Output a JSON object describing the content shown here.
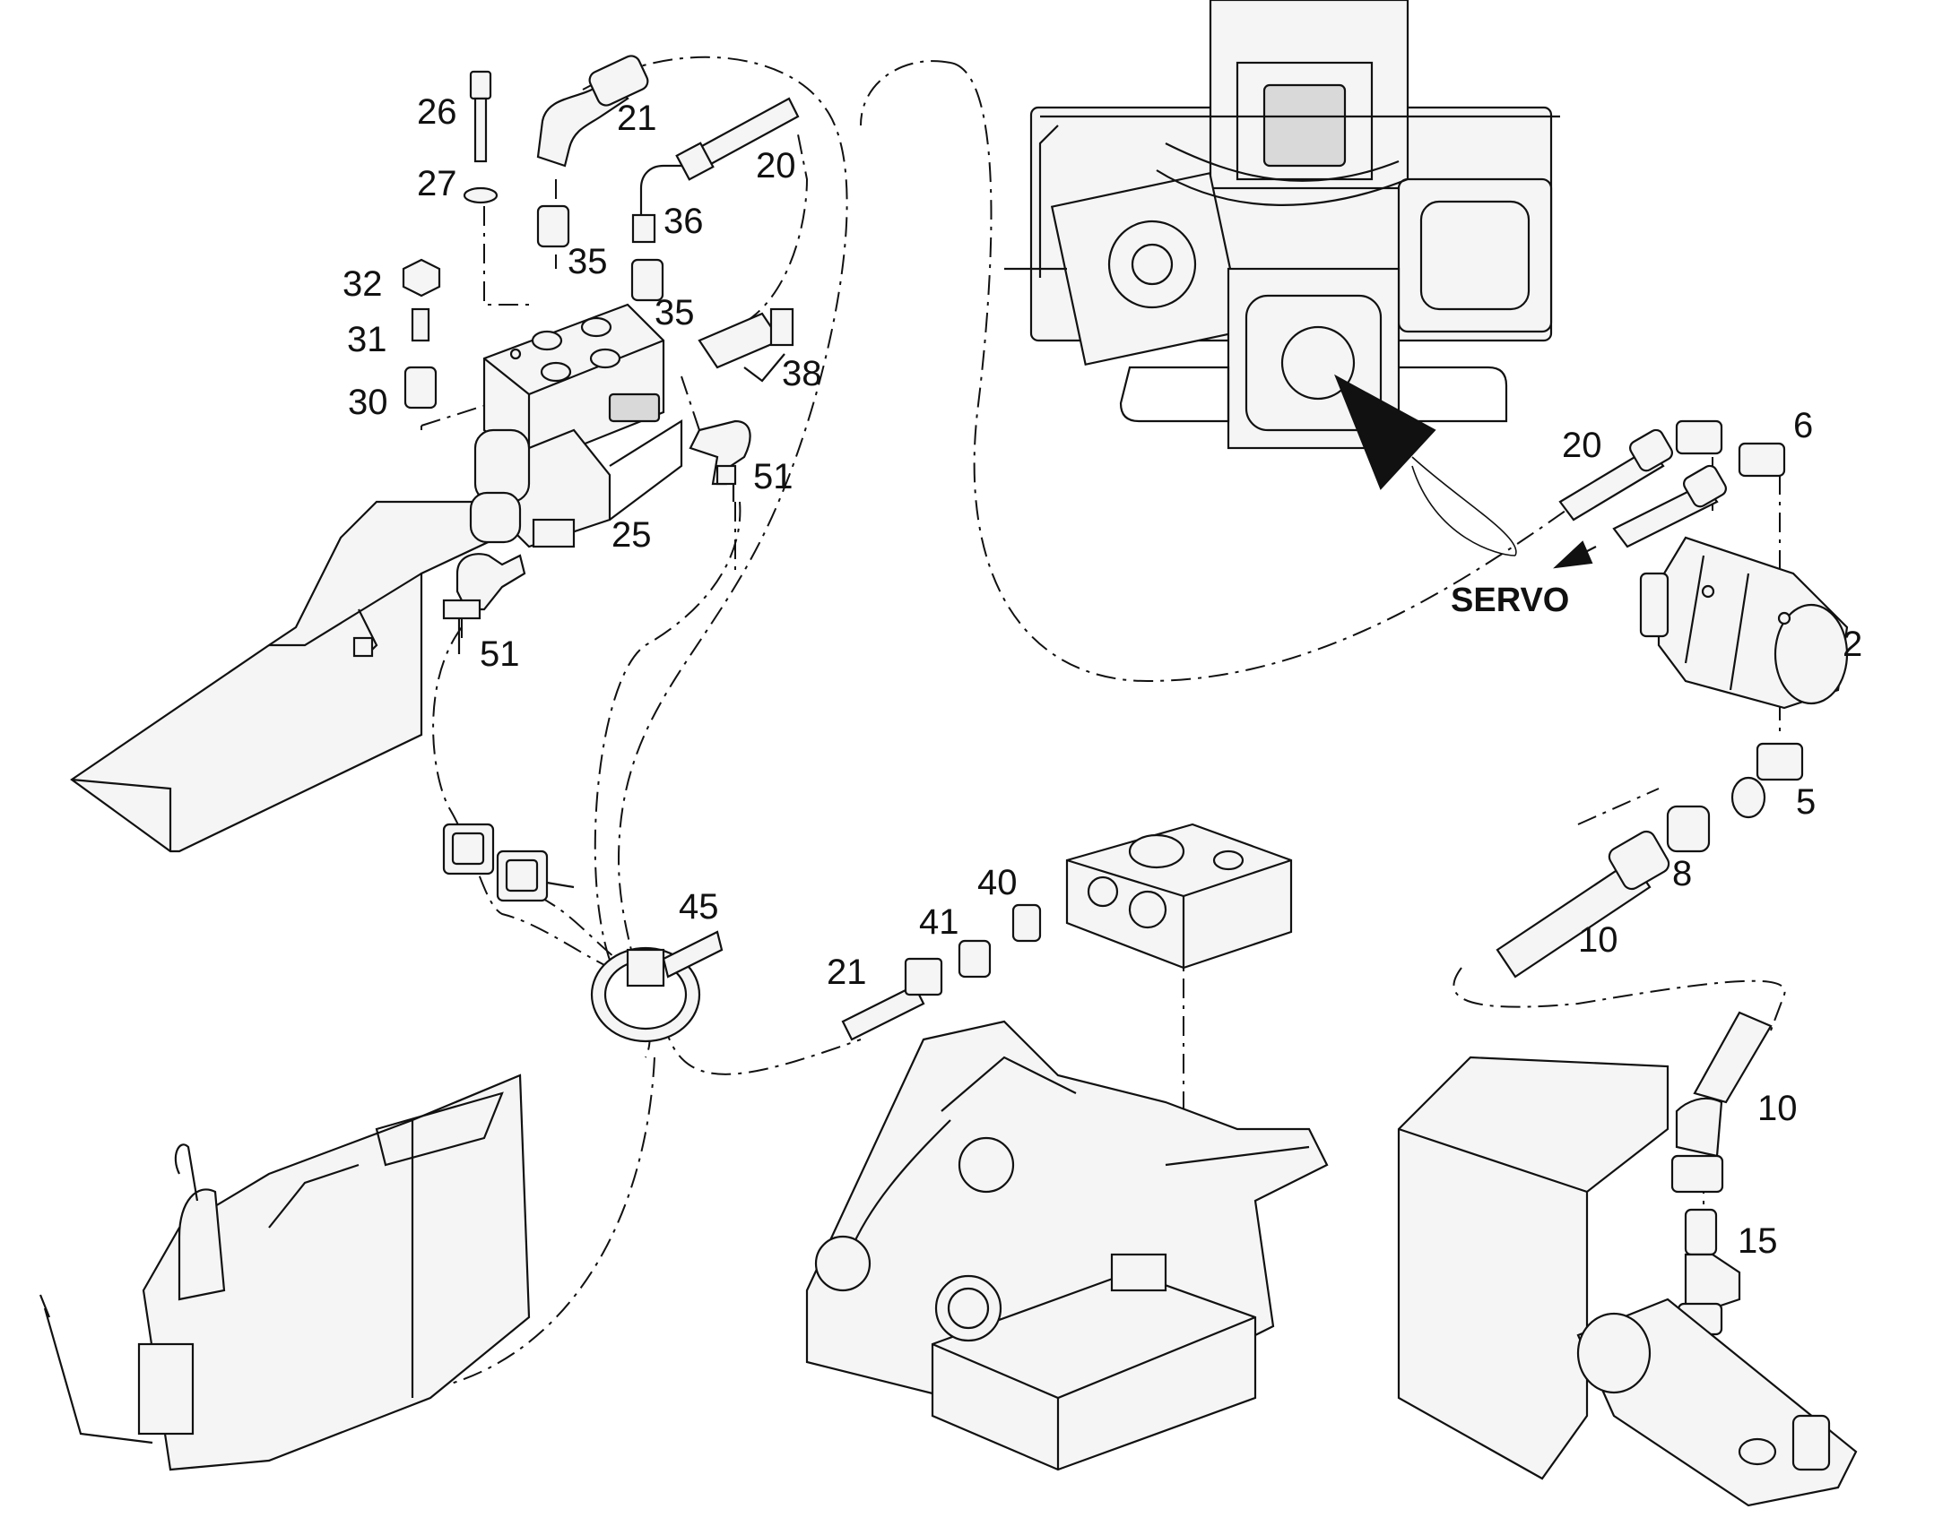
{
  "callouts": {
    "c26": "26",
    "c27": "27",
    "c21a": "21",
    "c20a": "20",
    "c36": "36",
    "c35a": "35",
    "c35b": "35",
    "c32": "32",
    "c31": "31",
    "c30": "30",
    "c38": "38",
    "c51a": "51",
    "c25": "25",
    "c51b": "51",
    "c20b": "20",
    "c6": "6",
    "c2": "2",
    "c5": "5",
    "c8": "8",
    "c10a": "10",
    "c10b": "10",
    "c15": "15",
    "c45": "45",
    "c40": "40",
    "c41": "41",
    "c21b": "21"
  },
  "labels": {
    "servo": "SERVO"
  }
}
